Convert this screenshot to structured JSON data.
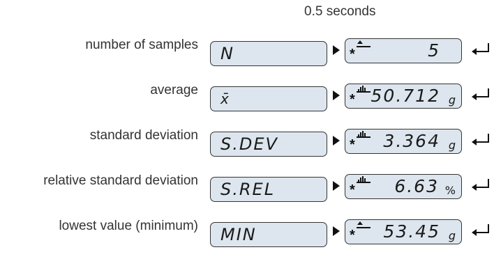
{
  "header": "0.5 seconds",
  "rows": [
    {
      "label": "number of samples",
      "code": "N",
      "value": "5",
      "unit": "",
      "icon": "weight-icon"
    },
    {
      "label": "average",
      "code": "x̄",
      "value": "50.712",
      "unit": "g",
      "icon": "histogram-icon"
    },
    {
      "label": "standard deviation",
      "code": "S.DEV",
      "value": "3.364",
      "unit": "g",
      "icon": "histogram-icon"
    },
    {
      "label": "relative standard deviation",
      "code": "S.REL",
      "value": "6.63",
      "unit": "%",
      "icon": "histogram-icon"
    },
    {
      "label": "lowest value (minimum)",
      "code": "MIN",
      "value": "53.45",
      "unit": "g",
      "icon": "weight-icon"
    }
  ],
  "symbols": {
    "star": "*",
    "arrow": "right-arrow-icon",
    "enter": "enter-icon"
  }
}
